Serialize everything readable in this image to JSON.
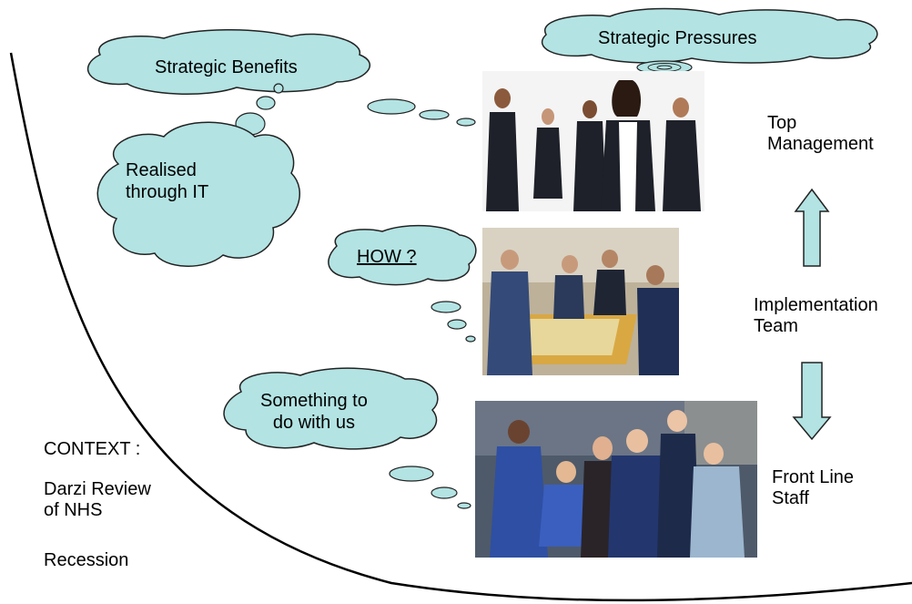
{
  "clouds": {
    "strategic_pressures": "Strategic Pressures",
    "strategic_benefits": "Strategic Benefits",
    "realised": "Realised\nthrough IT",
    "how": "HOW ?",
    "something": "Something to\ndo with us"
  },
  "levels": {
    "top": "Top\nManagement",
    "implementation": "Implementation\nTeam",
    "front_line": "Front Line\nStaff"
  },
  "context": {
    "heading": "CONTEXT :",
    "item1": "Darzi Review\nof NHS",
    "item2": "Recession"
  },
  "colors": {
    "cloud_fill": "#b3e3e3",
    "cloud_stroke": "#222222",
    "arrow_fill": "#b3e3e3"
  },
  "photos": {
    "top": "top-management-photo",
    "middle": "implementation-team-photo",
    "bottom": "front-line-staff-photo"
  }
}
